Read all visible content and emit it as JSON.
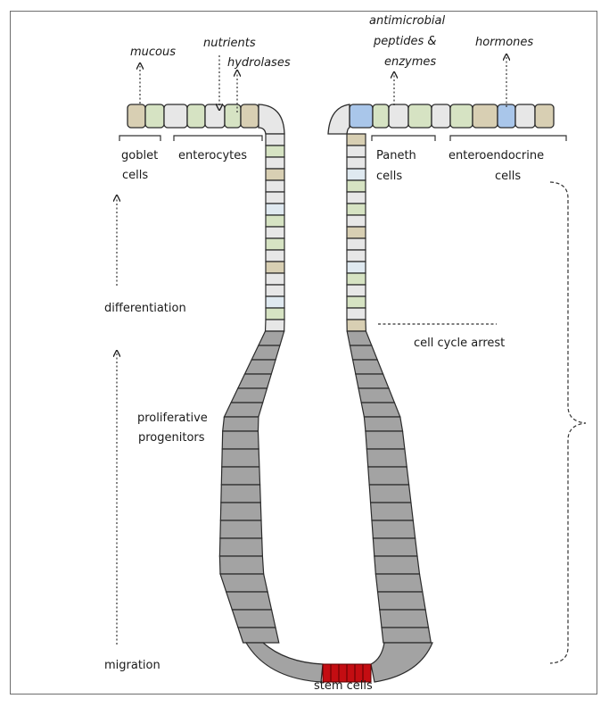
{
  "secretions": {
    "mucous": "mucous",
    "nutrients": "nutrients",
    "hydrolases": "hydrolases",
    "antimicrobial_line1": "antimicrobial",
    "antimicrobial_line2": "peptides &",
    "antimicrobial_line3": "enzymes",
    "hormones": "hormones"
  },
  "cell_types": {
    "goblet_line1": "goblet",
    "goblet_line2": "cells",
    "enterocytes": "enterocytes",
    "paneth_line1": "Paneth",
    "paneth_line2": "cells",
    "enteroendocrine_line1": "enteroendocrine",
    "enteroendocrine_line2": "cells"
  },
  "zones": {
    "differentiation": "differentiation",
    "proliferative_line1": "proliferative",
    "proliferative_line2": "progenitors",
    "migration": "migration",
    "cell_cycle_arrest": "cell cycle arrest",
    "stem_cells": "stem cells"
  },
  "colors": {
    "differentiated_green": "#d6e3c3",
    "differentiated_tan": "#d8cfb3",
    "paneth_brown": "#c9c19a",
    "enteroendocrine_blue": "#a9c6ea",
    "progenitor_gray": "#a3a3a3",
    "stem_red": "#c40d12",
    "pale_cell": "#e7e7e7"
  }
}
